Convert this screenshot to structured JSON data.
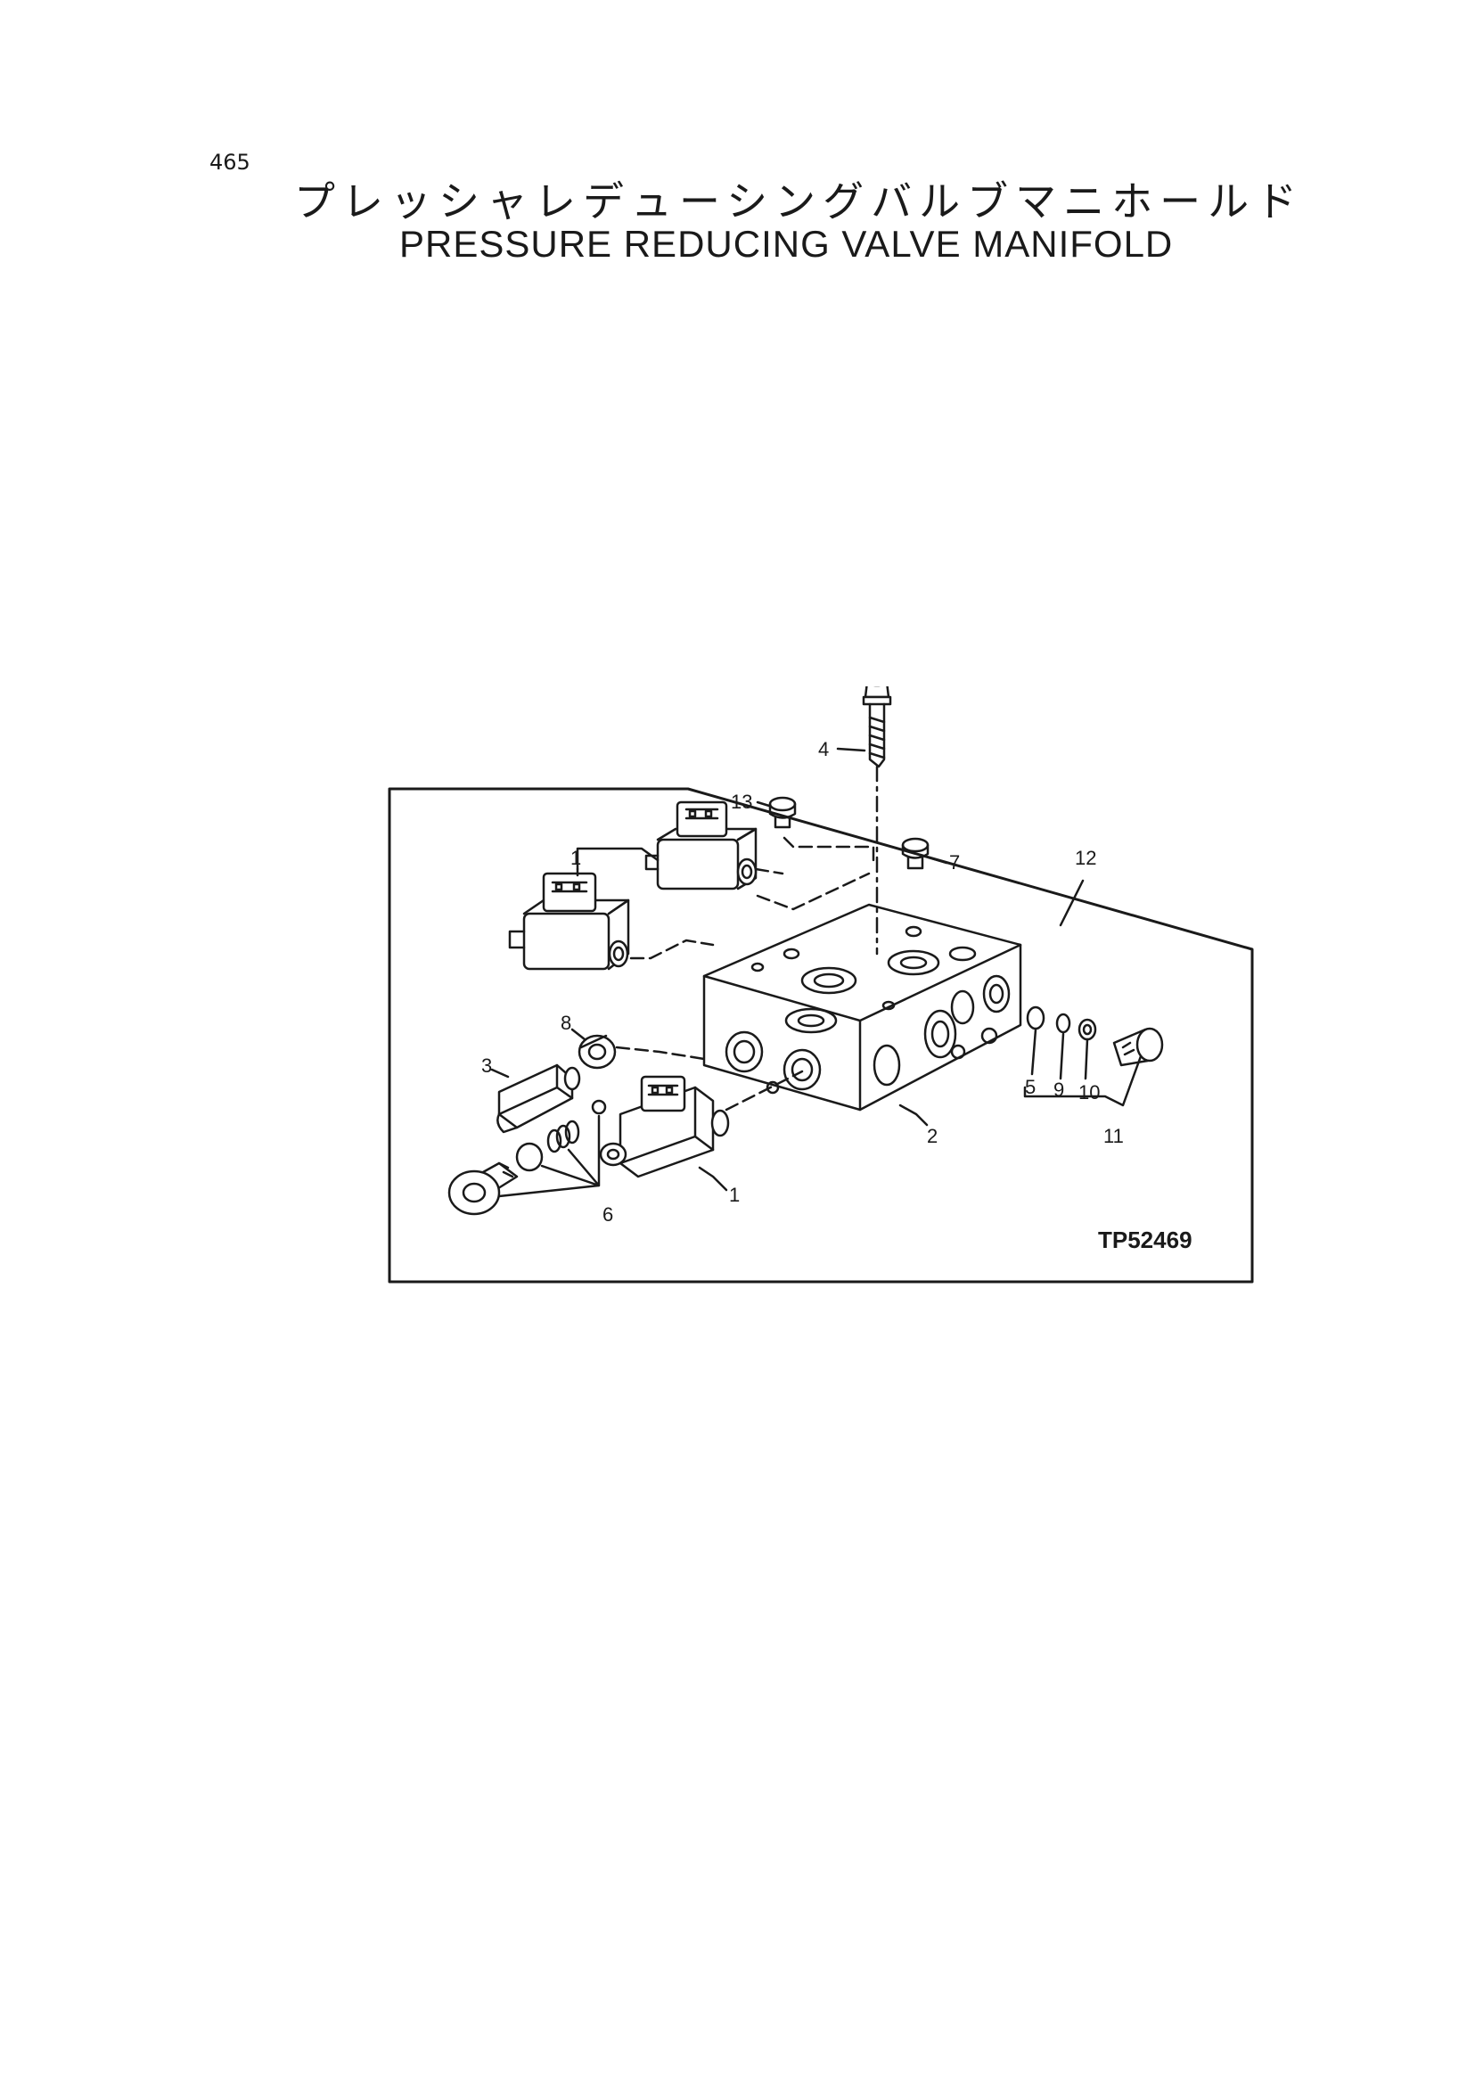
{
  "page_number": "465",
  "title_jp": "プレッシャレデューシングバルブマニホールド",
  "title_en": "PRESSURE REDUCING VALVE MANIFOLD",
  "figure_ref": "TP52469",
  "callouts": {
    "c1a": "1",
    "c1b": "1",
    "c2": "2",
    "c3": "3",
    "c4": "4",
    "c5": "5",
    "c6": "6",
    "c7": "7",
    "c8": "8",
    "c9": "9",
    "c10": "10",
    "c11": "11",
    "c12": "12",
    "c13": "13"
  }
}
